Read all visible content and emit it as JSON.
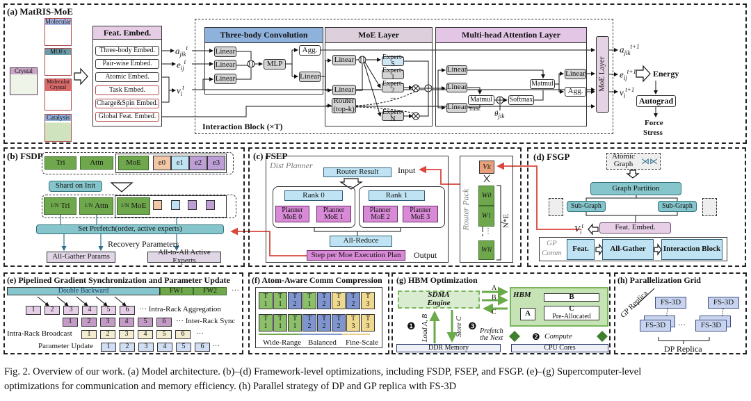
{
  "a": {
    "title": "(a) MatRIS-MoE",
    "datasets": [
      "Crystal",
      "Molecular",
      "MOFs",
      "Molecular Crystal",
      "Catalysis"
    ],
    "feat_header": "Feat. Embed.",
    "feat_items": [
      "Three-body Embed.",
      "Pair-wise Embed.",
      "Atomic Embed.",
      "Task Embed.",
      "Charge&Spin Embed.",
      "Global Feat. Embed."
    ],
    "in_labels": [
      {
        "b": "a",
        "sub": "jik",
        "sup": "t"
      },
      {
        "b": "e",
        "sub": "ij",
        "sup": "t"
      },
      {
        "b": "v",
        "sub": "i",
        "sup": "t"
      }
    ],
    "interaction": "Interaction Block (×T)",
    "three_body": {
      "header": "Three-body Convolution",
      "linear": "Linear",
      "mlp": "MLP",
      "agg": "Agg."
    },
    "moe": {
      "header": "MoE Layer",
      "linear": "Linear",
      "experts": [
        "Expert-S",
        "Expert-1",
        "Expert-2",
        "Expert-N"
      ],
      "dots": "...",
      "router": "Router\n(top-k)"
    },
    "mha": {
      "header": "Multi-head Attention Layer",
      "linear": "Linear",
      "matmul": "Matmul",
      "softmax": "Softmax",
      "agg": "Agg.",
      "trans": "Trans.",
      "theta": {
        "b": "θ",
        "sub": "jik"
      }
    },
    "moe_layer": "MoE Layer",
    "out_labels": [
      {
        "b": "a",
        "sub": "jik",
        "sup": "t+1"
      },
      {
        "b": "e",
        "sub": "ij",
        "sup": "t+1"
      },
      {
        "b": "v",
        "sub": "i",
        "sup": "t+1"
      }
    ],
    "energy": "Energy",
    "autograd": "Autograd",
    "force": "Force",
    "stress": "Stress"
  },
  "b": {
    "title": "(b) FSDP",
    "tri": "Tri",
    "attn": "Attn",
    "moe": "MoE",
    "experts": [
      "e0",
      "e1",
      "e2",
      "e3"
    ],
    "shard": "Shard on Init",
    "frac": "1/N",
    "prefetch": "Set Prefetch(order, active experts)",
    "recovery": "Recovery Parameters",
    "allgather": "All-Gather Params",
    "alltoall": "All-to-All Active Experts"
  },
  "c": {
    "title": "(c) FSEP",
    "planner": "Dist Planner",
    "router_result": "Router Result",
    "input": "Input",
    "ranks": [
      "Rank 0",
      "Rank 1"
    ],
    "planners": [
      "Planner\nMoE 0",
      "Planner\nMoE 1",
      "Planner\nMoE 2",
      "Planner\nMoE 3"
    ],
    "allreduce": "All-Reduce",
    "step": "Step per Moe Execution Plan",
    "output": "Output",
    "router_pack": "Router Pack",
    "v": {
      "b": "V",
      "sub": "i",
      "sup": "t"
    },
    "times": "×",
    "w": [
      "W0",
      "W1",
      "WN"
    ],
    "w_sub": [
      "0",
      "1",
      "N"
    ],
    "ne": "N*E"
  },
  "d": {
    "title": "(d) FSGP",
    "atomic": "Atomic\nGraph",
    "partition": "Graph Partition",
    "sub": "Sub-Graph",
    "feat": "Feat. Embed.",
    "v": {
      "b": "V",
      "sub": "i",
      "sup": "t"
    },
    "gp_comm": "GP\nComm",
    "featb": "Feat.",
    "allgather": "All-Gather",
    "interaction": "Interaction Block"
  },
  "e": {
    "title": "(e) Pipelined Gradient Synchronization and Parameter Update",
    "double": "Double Backward",
    "fw1": "FW1",
    "fw2": "FW2",
    "dots": "···",
    "nums": [
      "1",
      "2",
      "3",
      "4",
      "5",
      "6"
    ],
    "rows": [
      "Intra-Rack Aggregation",
      "Inter-Rack Sync",
      "Intra-Rack Broadcast",
      "Parameter Update"
    ]
  },
  "f": {
    "title": "(f) Atom-Aware Comm  Compression",
    "row1": [
      "1",
      "1",
      "2",
      "1",
      "2",
      "3",
      "2",
      "3"
    ],
    "row2": [
      "1",
      "1",
      "1",
      "2",
      "2",
      "2",
      "3",
      "3"
    ],
    "T": "T",
    "labels": [
      "Wide-Range",
      "Balanced",
      "Fine-Scale"
    ]
  },
  "g": {
    "title": "(g) HBM Optimization",
    "sdma": "SDMA\nEngine",
    "hbm": "HBM",
    "A": "A",
    "B": "B",
    "C": "C",
    "pre": "Pre-Allocated",
    "load": "Load A, B",
    "store": "Store C",
    "prefetch": "Prefetch\nthe Next",
    "compute": "Compute",
    "ddr": "DDR Memory",
    "cpu": "CPU Cores",
    "steps": [
      "❶",
      "❷",
      "❸"
    ]
  },
  "h": {
    "title": "(h) Parallelization Grid",
    "gp": "GP Replica",
    "dp": "DP Replica",
    "fs": "FS-3D",
    "dots": "···"
  },
  "caption": {
    "line1": "Fig. 2.  Overview of our work. (a) Model architecture. (b)–(d) Framework-level optimizations, including FSDP, FSEP, and FSGP. (e)–(g) Supercomputer-level",
    "line2": "optimizations for communication and memory efficiency. (h) Parallel strategy of DP and GP replica with FS-3D"
  },
  "colors": {
    "green": "#6fa84c",
    "teal": "#86c5cb",
    "light_blue": "#bfe3f2",
    "magenta": "#d98ad6",
    "pink": "#e7d0e7",
    "red_arrow": "#d9463b",
    "hbm_green": "#7ab55c"
  }
}
